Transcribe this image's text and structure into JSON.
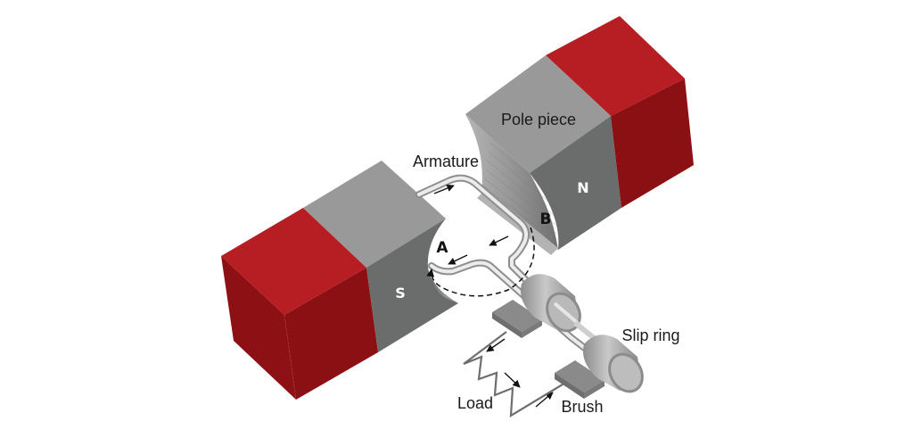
{
  "diagram": {
    "subject": "AC generator (alternator) schematic",
    "labels": {
      "armature": "Armature",
      "pole_piece": "Pole piece",
      "north_pole": "N",
      "south_pole": "S",
      "point_a": "A",
      "point_b": "B",
      "slip_ring": "Slip ring",
      "load": "Load",
      "brush": "Brush"
    },
    "colors": {
      "magnet_red_top": "#b71e24",
      "magnet_red_side": "#8b1013",
      "pole_gray_top": "#999999",
      "pole_gray_side": "#6b6c6c",
      "concave_gray": "#8a8a8a",
      "wire_light": "#e2e2e2",
      "wire_dark": "#9a9a9a",
      "ring_gray": "#a8a8a8",
      "brush_gray": "#888888",
      "load_line": "#6e6e6e",
      "arrow": "#111111"
    },
    "current_arrows": [
      "armature-top-left-toward-B",
      "below-B-toward-A",
      "near-A-toward-A",
      "load-entry-downward",
      "load-middle-downward",
      "load-exit-toward-brush"
    ],
    "rotation_path": "dashed circle around A and B"
  }
}
